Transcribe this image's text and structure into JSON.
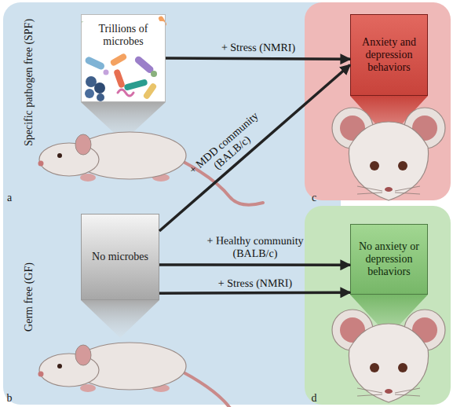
{
  "diagram": {
    "nodes": [
      {
        "text": [
          "Trillions of microbes"
        ]
      },
      {
        "text": [
          "No microbes"
        ]
      },
      {
        "text": [
          "Anxiety and depression behaviors"
        ]
      },
      {
        "text": [
          "No anxiety or depression behaviors"
        ]
      }
    ],
    "edges": [
      {
        "from": 0,
        "to": 2,
        "arrow": "to",
        "label": "+ Stress (NMRI)"
      },
      {
        "from": 1,
        "to": 2,
        "arrow": "to",
        "label": "+ MDD community (BALB/c)"
      },
      {
        "from": 1,
        "to": 3,
        "arrow": "to",
        "label": "+ Healthy community (BALB/c)"
      },
      {
        "from": 1,
        "to": 3,
        "arrow": "to",
        "label": "+ Stress (NMRI)"
      }
    ],
    "labels": [
      "Specific pathogen free (SPF)",
      "a",
      "Germ free (GF)",
      "b",
      "c",
      "d"
    ]
  }
}
